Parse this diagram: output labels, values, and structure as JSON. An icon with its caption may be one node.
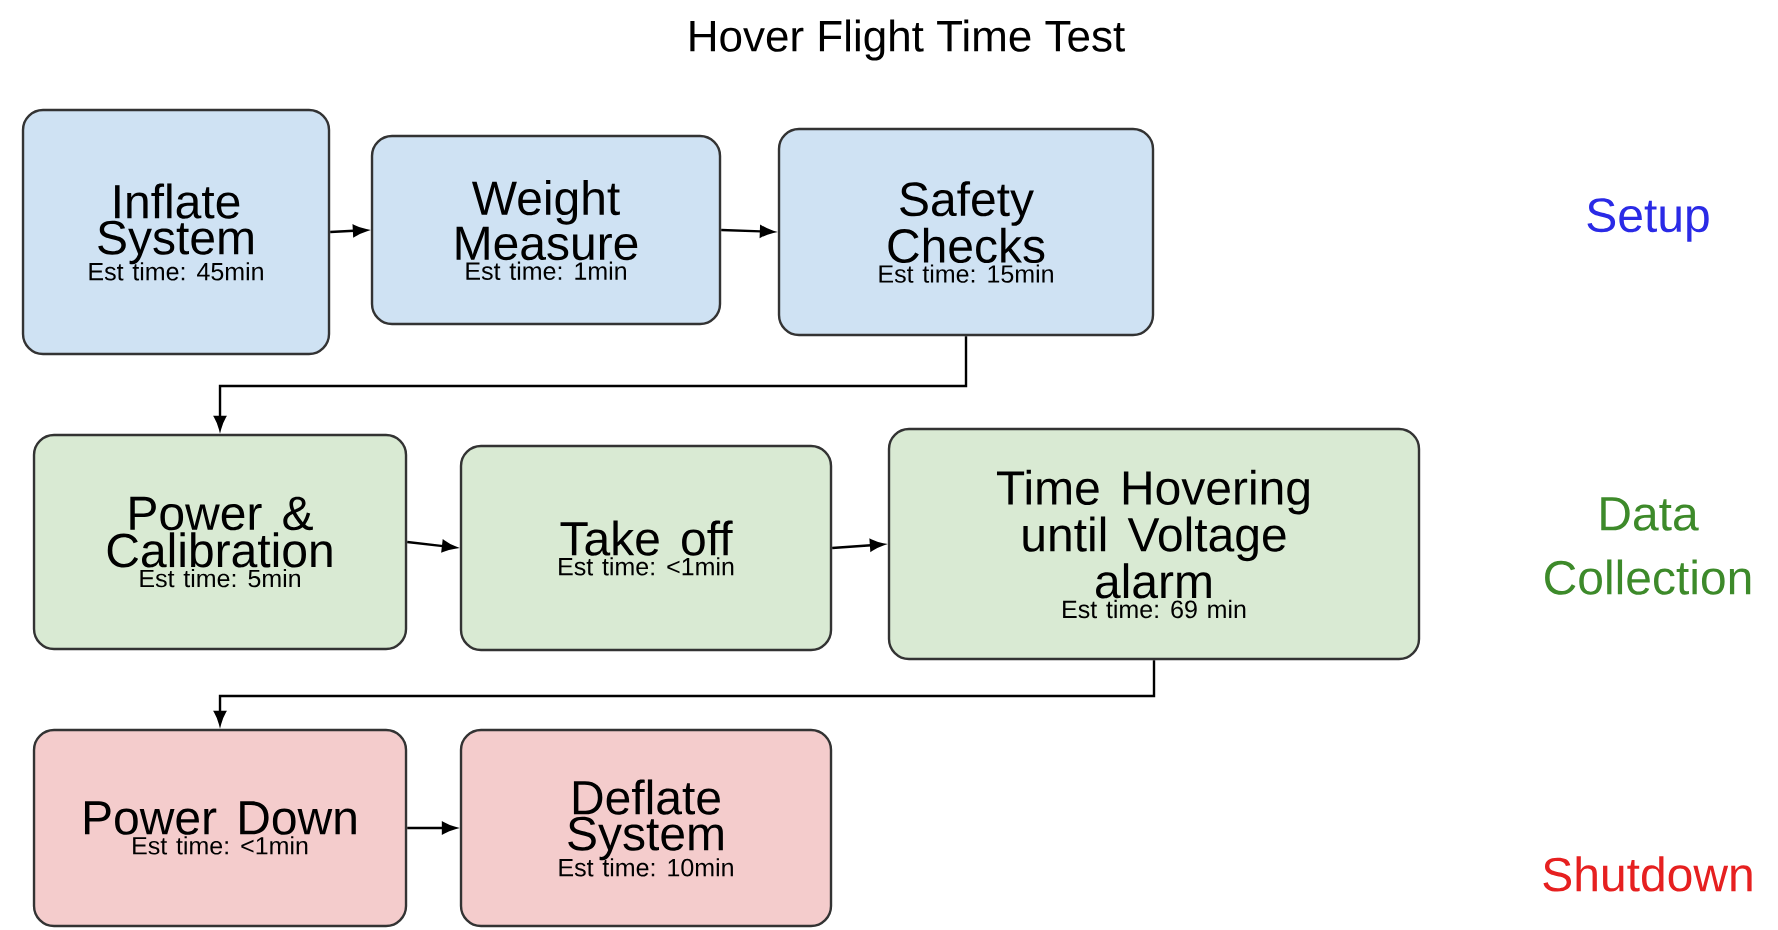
{
  "diagram": {
    "title": "Hover Flight Time Test",
    "nodes": [
      {
        "text": [
          "Inflate System",
          "Est time: 45min"
        ]
      },
      {
        "text": [
          "Weight Measure",
          "Est time: 1min"
        ]
      },
      {
        "text": [
          "Safety Checks",
          "Est time: 15min"
        ]
      },
      {
        "text": [
          "Power & Calibration",
          "Est time: 5min"
        ]
      },
      {
        "text": [
          "Take off",
          "Est time: <1min"
        ]
      },
      {
        "text": [
          "Time Hovering until Voltage alarm",
          "Est time: 69 min"
        ]
      },
      {
        "text": [
          "Power Down",
          "Est time: <1min"
        ]
      },
      {
        "text": [
          "Deflate System",
          "Est time: 10min"
        ]
      }
    ],
    "edges": [
      {
        "from": 0,
        "to": 1,
        "arrow": "to"
      },
      {
        "from": 1,
        "to": 2,
        "arrow": "to"
      },
      {
        "from": 2,
        "to": 3,
        "arrow": "to"
      },
      {
        "from": 3,
        "to": 4,
        "arrow": "to"
      },
      {
        "from": 4,
        "to": 5,
        "arrow": "to"
      },
      {
        "from": 5,
        "to": 6,
        "arrow": "to"
      },
      {
        "from": 6,
        "to": 7,
        "arrow": "to"
      }
    ],
    "labels": [
      "Setup",
      "Data Collection",
      "Shutdown"
    ]
  }
}
